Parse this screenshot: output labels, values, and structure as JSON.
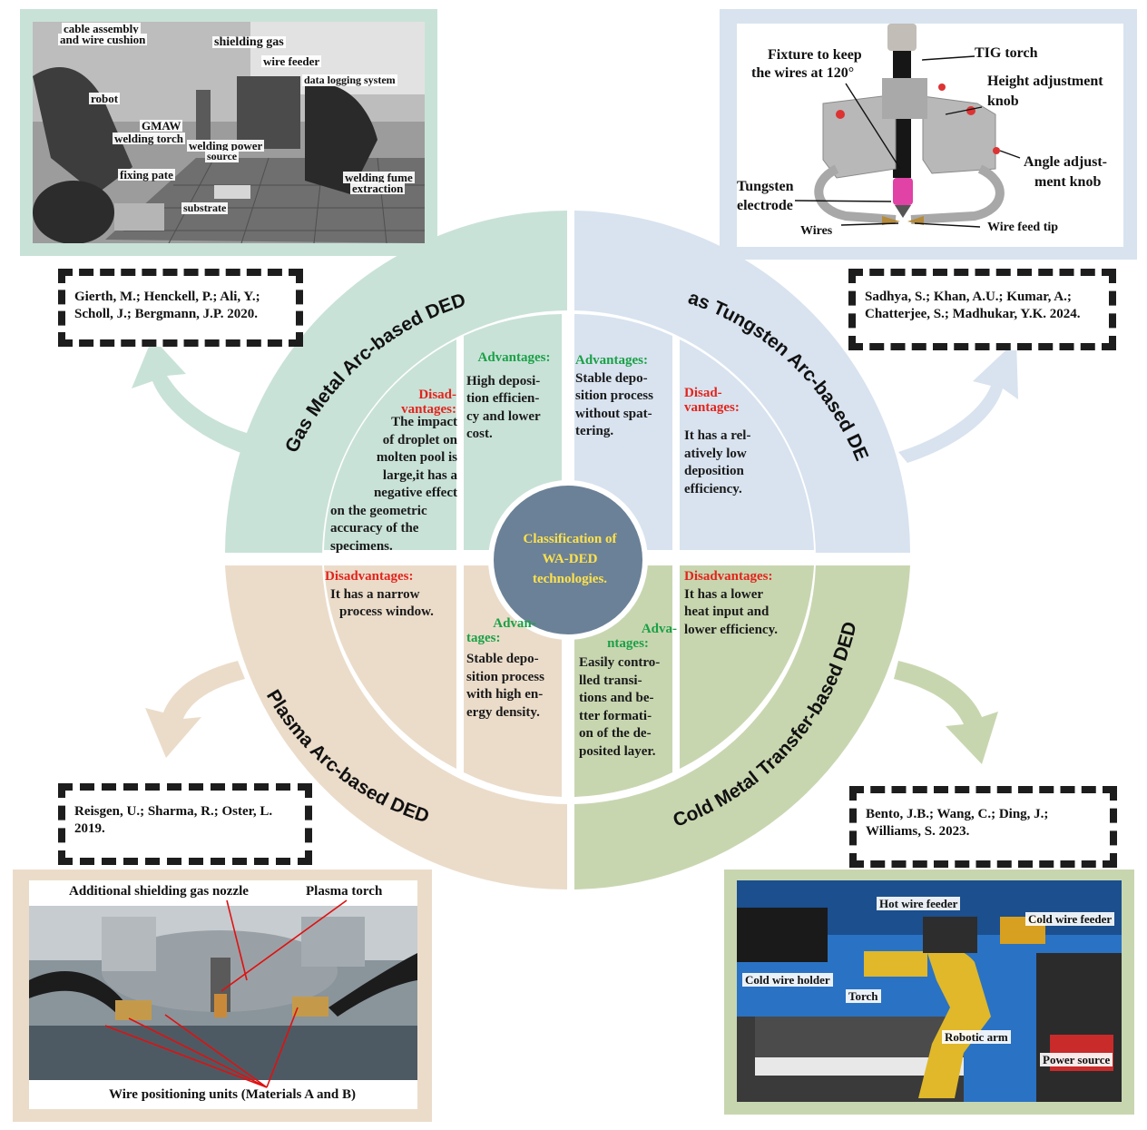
{
  "center": {
    "line1": "Classification of",
    "line2": "WA-DED",
    "line3": "technologies."
  },
  "colors": {
    "gmaw": "#c9e2d8",
    "gtaw": "#d8e3ef",
    "plasma": "#ebdcca",
    "cmt": "#c8d6b0",
    "center": "#6b8197",
    "center_text": "#ffe24a",
    "advantage": "#1aa146",
    "disadvantage": "#e3241c"
  },
  "sectors": {
    "gmaw": {
      "title": "Gas Metal Arc-based DED",
      "adv_head": "Advantages:",
      "adv_lines": [
        "High deposi-",
        "tion efficien-",
        "cy and lower",
        "cost."
      ],
      "dis_head": [
        "Disad-",
        "vantages:"
      ],
      "dis_lines": [
        "The impact",
        "of droplet on",
        "molten pool is",
        "large,it has a",
        "negative effect",
        "on the geometric",
        "accuracy of the",
        "specimens."
      ]
    },
    "gtaw": {
      "title": "Gas Tungsten Arc-based DED",
      "adv_head": "Advantages:",
      "adv_lines": [
        "Stable depo-",
        "sition process",
        "without spat-",
        "tering."
      ],
      "dis_head": [
        "Disad-",
        "vantages:"
      ],
      "dis_lines": [
        "It has a rel-",
        "atively low",
        "deposition",
        "efficiency."
      ]
    },
    "plasma": {
      "title": "Plasma Arc-based DED",
      "dis_head": "Disadvantages:",
      "dis_lines": [
        "It has a narrow",
        "process window."
      ],
      "adv_head": [
        "Advan-",
        "tages:"
      ],
      "adv_lines": [
        "Stable depo-",
        "sition process",
        "with high en-",
        "ergy density."
      ]
    },
    "cmt": {
      "title": "Cold Metal Transfer-based DED",
      "dis_head": "Disadvantages:",
      "dis_lines": [
        "It has a lower",
        "heat input and",
        "lower efficiency."
      ],
      "adv_head": [
        "Adva-",
        "ntages:"
      ],
      "adv_lines": [
        "Easily contro-",
        "lled transi-",
        "tions and be-",
        "tter formati-",
        "on of the de-",
        "posited layer."
      ]
    }
  },
  "references": {
    "gmaw": [
      "Gierth, M.; Henckell, P.; Ali, Y.;",
      "Scholl, J.; Bergmann, J.P. 2020."
    ],
    "gtaw": [
      "Sadhya, S.; Khan, A.U.; Kumar, A.;",
      "Chatterjee, S.; Madhukar, Y.K. 2024."
    ],
    "plasma": [
      "Reisgen, U.; Sharma, R.; Oster, L.",
      "2019."
    ],
    "cmt": [
      "Bento, J.B.; Wang, C.; Ding, J.;",
      "Williams, S. 2023."
    ]
  },
  "photos": {
    "gmaw": {
      "labels": {
        "cable1": "cable assembly",
        "cable2": "and wire cushion",
        "shield": "shielding gas",
        "feeder": "wire feeder",
        "logging": "data logging system",
        "robot": "robot",
        "torch1": "GMAW",
        "torch2": "welding torch",
        "power1": "welding power",
        "power2": "source",
        "fixing": "fixing pate",
        "fume1": "welding fume",
        "fume2": "extraction",
        "substrate": "substrate"
      }
    },
    "gtaw": {
      "labels": {
        "fixture1": "Fixture to keep",
        "fixture2": "the wires at 120°",
        "tig": "TIG torch",
        "height1": "Height adjustment",
        "height2": "knob",
        "angle1": "Angle adjust-",
        "angle2": "ment knob",
        "tungsten1": "Tungsten",
        "tungsten2": "electrode",
        "wires": "Wires",
        "tip": "Wire feed tip"
      }
    },
    "plasma": {
      "labels": {
        "nozzle": "Additional shielding gas nozzle",
        "torch": "Plasma torch",
        "units": "Wire positioning units (Materials A and B)"
      }
    },
    "cmt": {
      "labels": {
        "hot": "Hot wire feeder",
        "cold": "Cold wire feeder",
        "holder": "Cold wire holder",
        "torch": "Torch",
        "arm": "Robotic arm",
        "power": "Power source"
      }
    }
  }
}
